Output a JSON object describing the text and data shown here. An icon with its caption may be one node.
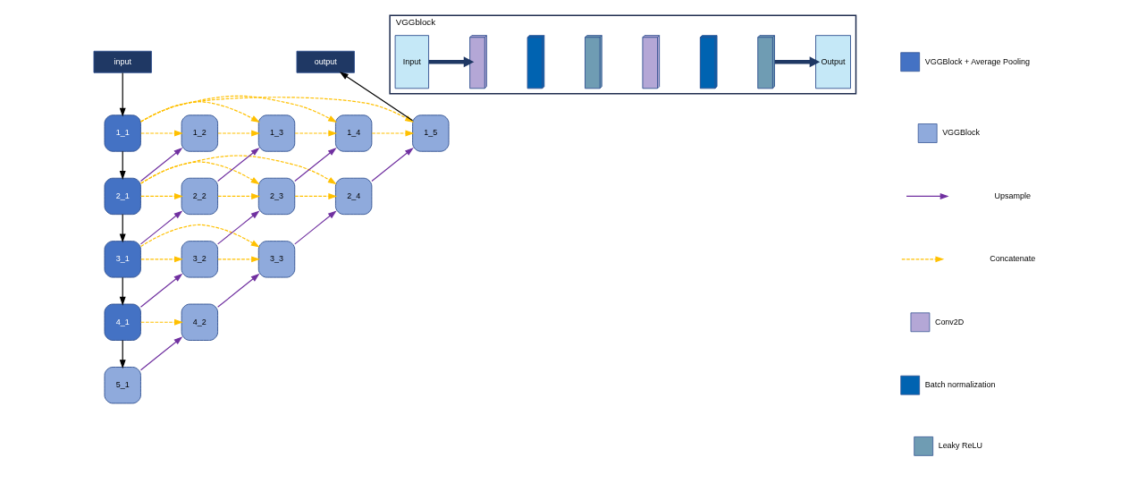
{
  "diagram": {
    "nodes": [
      {
        "text": [
          "input"
        ]
      },
      {
        "text": [
          "output"
        ]
      },
      {
        "text": [
          "1_1"
        ]
      },
      {
        "text": [
          "1_2"
        ]
      },
      {
        "text": [
          "1_3"
        ]
      },
      {
        "text": [
          "1_4"
        ]
      },
      {
        "text": [
          "1_5"
        ]
      },
      {
        "text": [
          "2_1"
        ]
      },
      {
        "text": [
          "2_2"
        ]
      },
      {
        "text": [
          "2_3"
        ]
      },
      {
        "text": [
          "2_4"
        ]
      },
      {
        "text": [
          "3_1"
        ]
      },
      {
        "text": [
          "3_2"
        ]
      },
      {
        "text": [
          "3_3"
        ]
      },
      {
        "text": [
          "4_1"
        ]
      },
      {
        "text": [
          "4_2"
        ]
      },
      {
        "text": [
          "5_1"
        ]
      },
      {
        "text": [
          "VGGblock"
        ]
      },
      {
        "text": [
          "Input"
        ],
        "in": 17
      },
      {
        "text": [],
        "shape": "box",
        "in": 17
      },
      {
        "text": [],
        "shape": "box",
        "in": 17
      },
      {
        "text": [],
        "shape": "box",
        "in": 17
      },
      {
        "text": [],
        "shape": "box",
        "in": 17
      },
      {
        "text": [],
        "shape": "box",
        "in": 17
      },
      {
        "text": [],
        "shape": "box",
        "in": 17
      },
      {
        "text": [
          "Output"
        ],
        "in": 17
      }
    ],
    "edges": [
      {
        "from": 0,
        "to": 2,
        "arrow": "to",
        "color": "#000000"
      },
      {
        "from": 2,
        "to": 7,
        "arrow": "to",
        "color": "#000000"
      },
      {
        "from": 7,
        "to": 11,
        "arrow": "to",
        "color": "#000000"
      },
      {
        "from": 11,
        "to": 14,
        "arrow": "to",
        "color": "#000000"
      },
      {
        "from": 14,
        "to": 16,
        "arrow": "to",
        "color": "#000000"
      },
      {
        "from": 6,
        "to": 1,
        "arrow": "to",
        "color": "#000000"
      },
      {
        "from": 2,
        "to": 3,
        "arrow": "to",
        "style": "dashed"
      },
      {
        "from": 3,
        "to": 4,
        "arrow": "to",
        "style": "dashed"
      },
      {
        "from": 4,
        "to": 5,
        "arrow": "to",
        "style": "dashed"
      },
      {
        "from": 5,
        "to": 6,
        "arrow": "to",
        "style": "dashed"
      },
      {
        "from": 2,
        "to": 4,
        "arrow": "to",
        "style": "dashed"
      },
      {
        "from": 2,
        "to": 5,
        "arrow": "to",
        "style": "dashed"
      },
      {
        "from": 2,
        "to": 6,
        "arrow": "to",
        "style": "dashed"
      },
      {
        "from": 7,
        "to": 8,
        "arrow": "to",
        "style": "dashed"
      },
      {
        "from": 8,
        "to": 9,
        "arrow": "to",
        "style": "dashed"
      },
      {
        "from": 9,
        "to": 10,
        "arrow": "to",
        "style": "dashed"
      },
      {
        "from": 7,
        "to": 9,
        "arrow": "to",
        "style": "dashed"
      },
      {
        "from": 7,
        "to": 10,
        "arrow": "to",
        "style": "dashed"
      },
      {
        "from": 11,
        "to": 12,
        "arrow": "to",
        "style": "dashed"
      },
      {
        "from": 12,
        "to": 13,
        "arrow": "to",
        "style": "dashed"
      },
      {
        "from": 11,
        "to": 13,
        "arrow": "to",
        "style": "dashed"
      },
      {
        "from": 14,
        "to": 15,
        "arrow": "to",
        "style": "dashed"
      },
      {
        "from": 7,
        "to": 3,
        "arrow": "to",
        "color": "#7030a0"
      },
      {
        "from": 8,
        "to": 4,
        "arrow": "to",
        "color": "#7030a0"
      },
      {
        "from": 9,
        "to": 5,
        "arrow": "to",
        "color": "#7030a0"
      },
      {
        "from": 10,
        "to": 6,
        "arrow": "to",
        "color": "#7030a0"
      },
      {
        "from": 11,
        "to": 8,
        "arrow": "to",
        "color": "#7030a0"
      },
      {
        "from": 12,
        "to": 9,
        "arrow": "to",
        "color": "#7030a0"
      },
      {
        "from": 13,
        "to": 10,
        "arrow": "to",
        "color": "#7030a0"
      },
      {
        "from": 14,
        "to": 12,
        "arrow": "to",
        "color": "#7030a0"
      },
      {
        "from": 15,
        "to": 13,
        "arrow": "to",
        "color": "#7030a0"
      },
      {
        "from": 16,
        "to": 15,
        "arrow": "to",
        "color": "#7030a0"
      },
      {
        "from": 18,
        "to": 19,
        "arrow": "to",
        "style": "thick",
        "color": "#1f3864"
      },
      {
        "from": 24,
        "to": 25,
        "arrow": "to",
        "style": "thick",
        "color": "#1f3864"
      }
    ],
    "legend": [
      {
        "text": "VGGBlock + Average Pooling",
        "color": "#4472c4"
      },
      {
        "text": "VGGBlock",
        "color": "#8faadc"
      },
      {
        "text": "Upsample"
      },
      {
        "text": "Concatenate"
      },
      {
        "text": "Conv2D",
        "color": "#b4a7d6"
      },
      {
        "text": "Batch normalization",
        "color": "#0063b1"
      },
      {
        "text": "Leaky ReLU",
        "color": "#6f9cb3"
      }
    ]
  }
}
